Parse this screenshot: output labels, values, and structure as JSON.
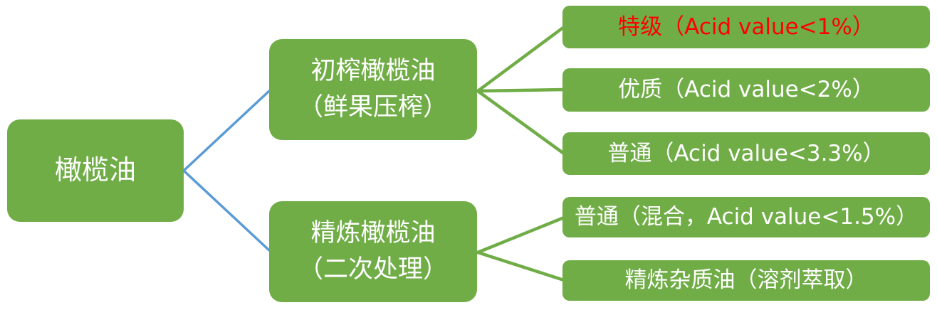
{
  "colors": {
    "node_fill": "#70AD47",
    "node_text": "#FFFFFF",
    "highlight_text": "#FF0000",
    "level1_connector": "#5B9BD5",
    "level2_connector": "#70AD47",
    "background": "#FFFFFF"
  },
  "diagram": {
    "root": {
      "label": "橄榄油"
    },
    "branches": [
      {
        "line1": "初榨橄榄油",
        "line2": "（鲜果压榨）",
        "children": [
          {
            "label": "特级（Acid value<1%）",
            "emphasis": "red"
          },
          {
            "label": "优质（Acid value<2%）",
            "emphasis": "none"
          },
          {
            "label": "普通（Acid value<3.3%）",
            "emphasis": "none"
          }
        ]
      },
      {
        "line1": "精炼橄榄油",
        "line2": "（二次处理）",
        "children": [
          {
            "label": "普通（混合，Acid value<1.5%）",
            "emphasis": "none"
          },
          {
            "label": "精炼杂质油（溶剂萃取）",
            "emphasis": "none"
          }
        ]
      }
    ]
  }
}
